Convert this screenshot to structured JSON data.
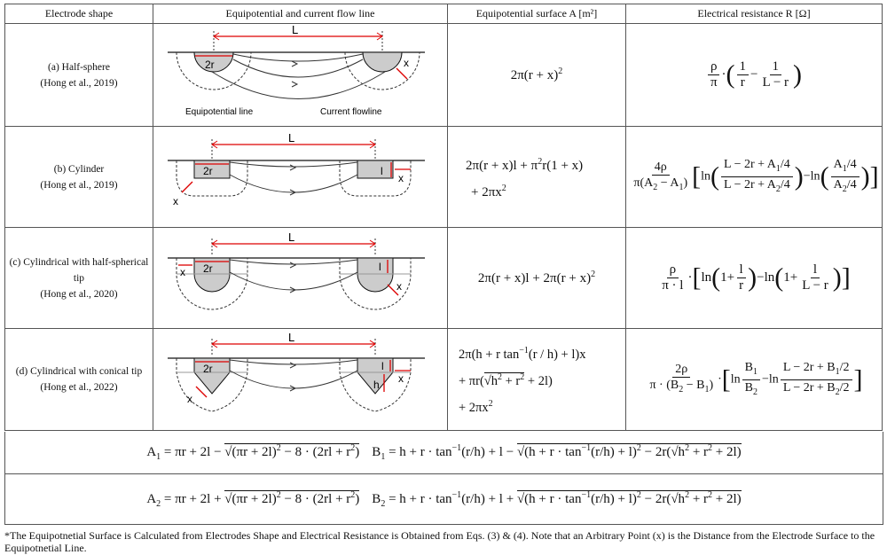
{
  "headers": {
    "shape": "Electrode shape",
    "flow": "Equipotential and current flow line",
    "surface": "Equipotential surface A [m²]",
    "resistance": "Electrical resistance R [Ω]"
  },
  "rows": [
    {
      "name": "(a) Half-sphere",
      "ref": "(Hong et al., 2019)"
    },
    {
      "name": "(b) Cylinder",
      "ref": "(Hong et al., 2019)"
    },
    {
      "name1": "(c) Cylindrical with half-spherical",
      "name2": "tip",
      "ref": "(Hong et al., 2020)"
    },
    {
      "name": "(d) Cylindrical with conical tip",
      "ref": "(Hong et al., 2022)"
    }
  ],
  "diagram": {
    "L": "L",
    "two_r": "2r",
    "x": "x",
    "l": "l",
    "h": "h",
    "equipotential_line": "Equipotential line",
    "current_flowline": "Current flowline"
  },
  "note": "*The Equipotnetial Surface is Calculated from Electrodes Shape and Electrical Resistance is Obtained from Eqs. (3) & (4). Note that an Arbitrary Point (x) is the Distance from the Electrode Surface to the Equipotnetial Line."
}
